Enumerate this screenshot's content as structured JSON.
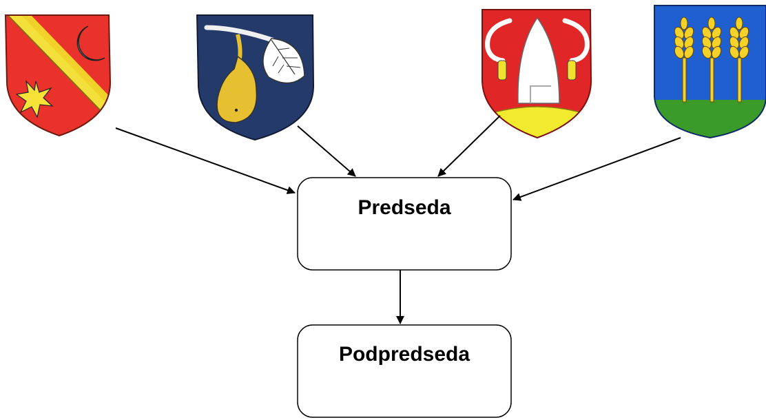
{
  "boxes": {
    "chairman": {
      "label": "Predseda"
    },
    "vice_chairman": {
      "label": "Podpredseda"
    }
  },
  "coats_of_arms": [
    {
      "name": "red-shield-diagonal-band-crescent-star",
      "colors": {
        "field": "#e8322b",
        "band": "#f2e23c",
        "charge": "#ffffff",
        "star": "#f7e23a"
      }
    },
    {
      "name": "blue-shield-pear-leaf",
      "colors": {
        "field": "#233a6b",
        "pear": "#e6c030",
        "leaf": "#ffffff"
      }
    },
    {
      "name": "red-shield-ploughshare-sickles",
      "colors": {
        "field": "#e02626",
        "share": "#ffffff",
        "mound": "#f2ea2e",
        "sickle": "#ffffff",
        "handle": "#f1e12c"
      }
    },
    {
      "name": "blue-shield-three-wheat-ears-green-base",
      "colors": {
        "field": "#1f5fd0",
        "wheat": "#f5d229",
        "base": "#3a9a2a"
      }
    }
  ],
  "colors": {
    "line": "#000000",
    "box_border": "#000000",
    "box_fill": "#ffffff"
  }
}
